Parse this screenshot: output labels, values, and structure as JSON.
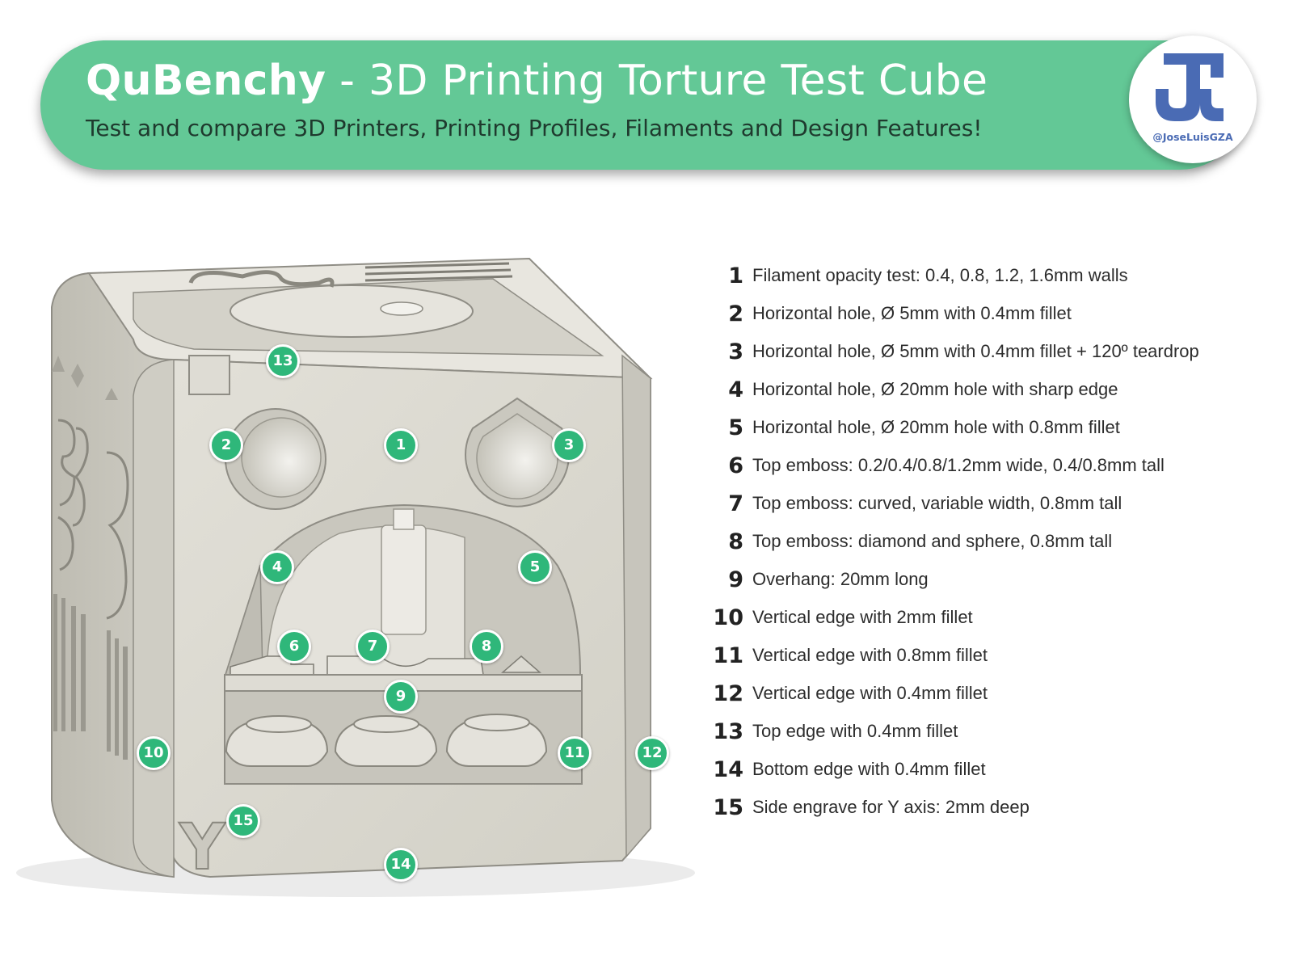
{
  "header": {
    "title_bold": "QuBenchy",
    "title_rest": " - 3D Printing Torture Test Cube",
    "subtitle": "Test and compare 3D Printers, Printing Profiles, Filaments and Design Features!",
    "logo_handle": "@JoseLuisGZA"
  },
  "colors": {
    "accent_green": "#63c896",
    "marker_green": "#2fb77a",
    "logo_blue": "#4a6bb4",
    "cube_face": "#dcdad2"
  },
  "diagram": {
    "engraved_letter": "Y"
  },
  "markers": [
    "1",
    "2",
    "3",
    "4",
    "5",
    "6",
    "7",
    "8",
    "9",
    "10",
    "11",
    "12",
    "13",
    "14",
    "15"
  ],
  "features": [
    {
      "num": "1",
      "text": "Filament opacity test: 0.4, 0.8, 1.2, 1.6mm walls"
    },
    {
      "num": "2",
      "text": "Horizontal hole, Ø 5mm with 0.4mm fillet"
    },
    {
      "num": "3",
      "text": "Horizontal hole, Ø 5mm with 0.4mm fillet + 120º teardrop"
    },
    {
      "num": "4",
      "text": "Horizontal hole, Ø 20mm hole with sharp edge"
    },
    {
      "num": "5",
      "text": "Horizontal hole, Ø 20mm hole with 0.8mm fillet"
    },
    {
      "num": "6",
      "text": "Top emboss: 0.2/0.4/0.8/1.2mm wide, 0.4/0.8mm tall"
    },
    {
      "num": "7",
      "text": "Top emboss: curved, variable width, 0.8mm tall"
    },
    {
      "num": "8",
      "text": "Top emboss: diamond and sphere, 0.8mm tall"
    },
    {
      "num": "9",
      "text": "Overhang: 20mm long"
    },
    {
      "num": "10",
      "text": "Vertical edge with 2mm fillet"
    },
    {
      "num": "11",
      "text": "Vertical edge with 0.8mm fillet"
    },
    {
      "num": "12",
      "text": "Vertical edge with 0.4mm fillet"
    },
    {
      "num": "13",
      "text": "Top edge with 0.4mm fillet"
    },
    {
      "num": "14",
      "text": "Bottom edge with 0.4mm fillet"
    },
    {
      "num": "15",
      "text": "Side engrave for Y axis: 2mm deep"
    }
  ]
}
